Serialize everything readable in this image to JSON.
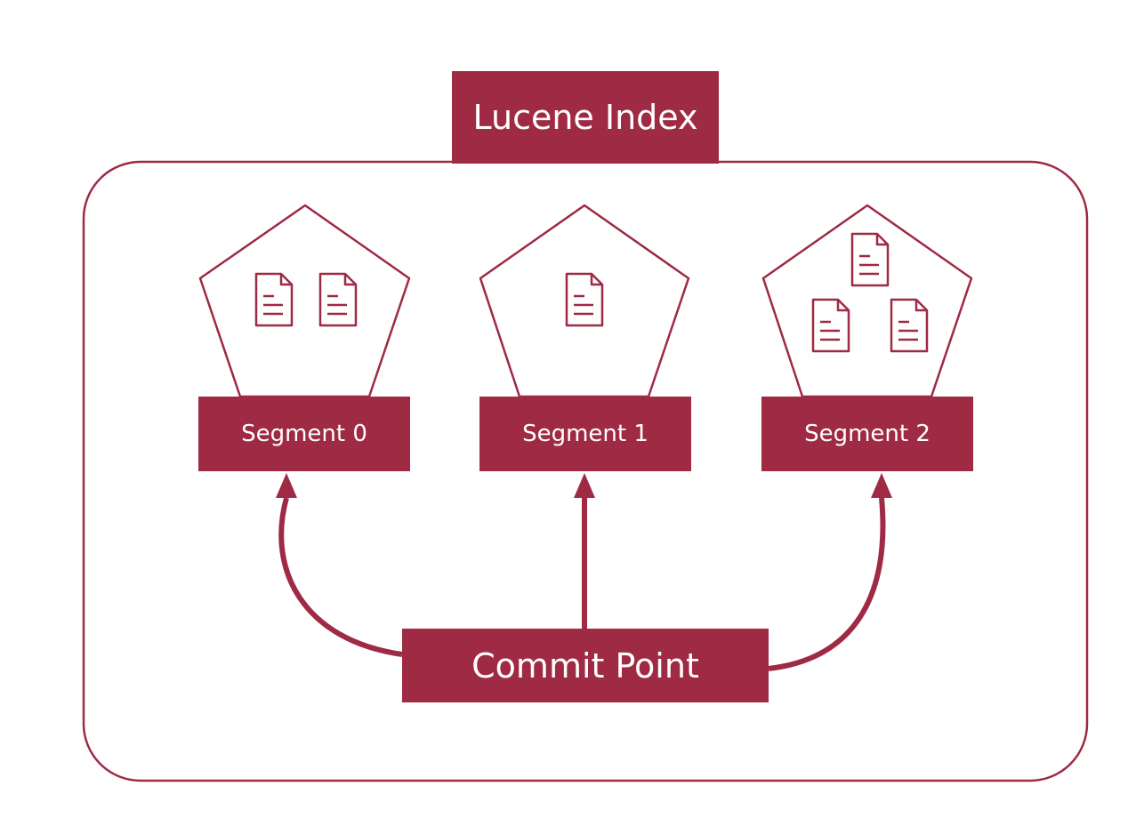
{
  "title": "Lucene Index",
  "segments": [
    {
      "label": "Segment 0",
      "document_count": 2
    },
    {
      "label": "Segment 1",
      "document_count": 1
    },
    {
      "label": "Segment 2",
      "document_count": 3
    }
  ],
  "commit_point": "Commit Point",
  "colors": {
    "accent": "#9e2a43",
    "text_on_accent": "#ffffff",
    "background": "#ffffff"
  },
  "icons": [
    "document-icon",
    "arrow-up-icon"
  ]
}
